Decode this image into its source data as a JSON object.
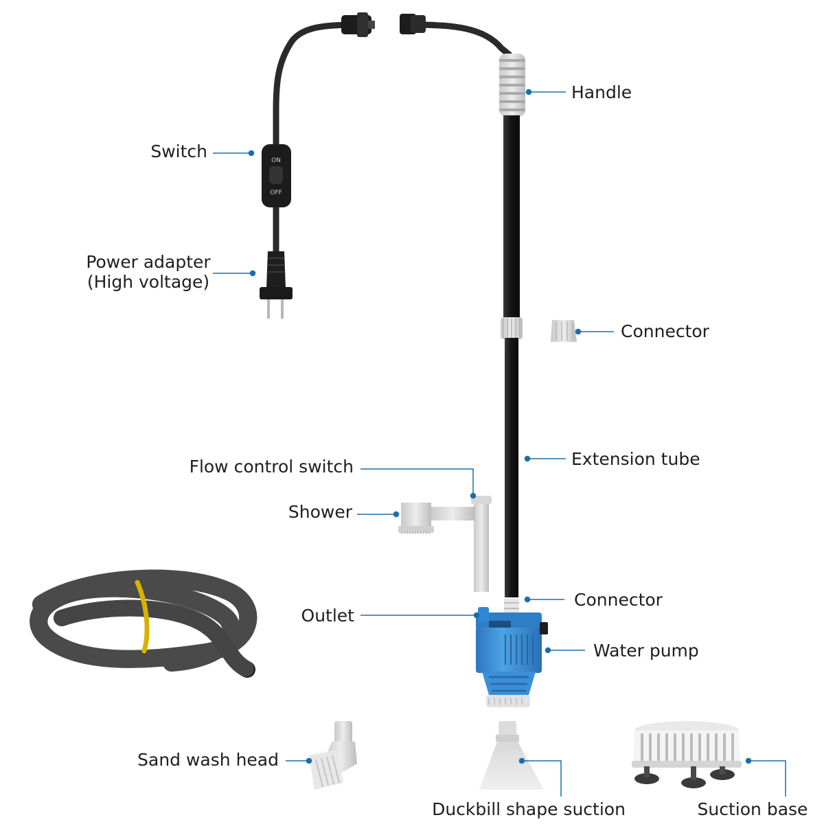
{
  "labels": {
    "handle": "Handle",
    "switch": "Switch",
    "power_adapter_line1": "Power adapter",
    "power_adapter_line2": "(High voltage)",
    "connector_top": "Connector",
    "extension_tube": "Extension tube",
    "flow_control_switch": "Flow control switch",
    "shower": "Shower",
    "outlet": "Outlet",
    "connector_bottom": "Connector",
    "water_pump": "Water pump",
    "sand_wash_head": "Sand wash head",
    "duckbill_suction": "Duckbill shape suction",
    "suction_base": "Suction base"
  },
  "switch_marks": {
    "on": "ON",
    "off": "OFF"
  },
  "colors": {
    "leader_line": "#1a6fa8",
    "cable": "#262626",
    "tube_gray": "#dcdcdc",
    "pump_blue": "#3b8fd6"
  }
}
